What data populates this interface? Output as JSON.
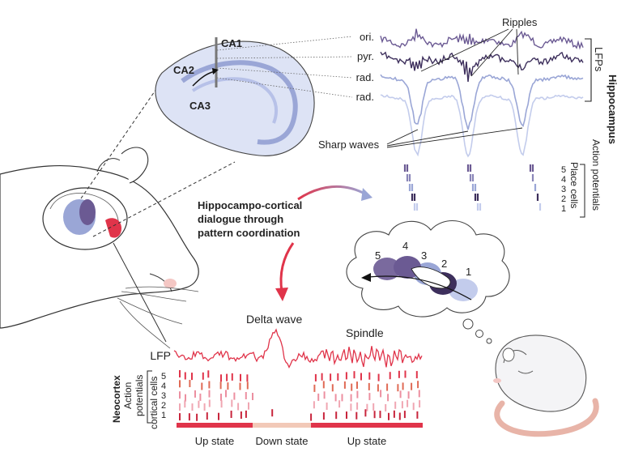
{
  "hippocampus": {
    "regions": {
      "ca1": "CA1",
      "ca2": "CA2",
      "ca3": "CA3"
    },
    "layers": [
      "ori.",
      "pyr.",
      "rad.",
      "rad."
    ],
    "ripples": "Ripples",
    "sharp_waves": "Sharp waves",
    "lfps": "LFPs",
    "section_title": "Hippocampus",
    "action_potentials": "Action potentials",
    "place_cells": "Place cells",
    "cell_numbers": [
      "5",
      "4",
      "3",
      "2",
      "1"
    ]
  },
  "dialogue": {
    "line1": "Hippocampo-cortical",
    "line2": "dialogue through",
    "line3": "pattern coordination"
  },
  "dream": {
    "cell_numbers": [
      "5",
      "4",
      "3",
      "2",
      "1"
    ]
  },
  "neocortex": {
    "section_title": "Neocortex",
    "action_potentials_1": "Action",
    "action_potentials_2": "potentials",
    "cortical_cells": "cortical cells",
    "cell_numbers": [
      "5",
      "4",
      "3",
      "2",
      "1"
    ],
    "lfp": "LFP",
    "delta_wave": "Delta wave",
    "spindle": "Spindle",
    "up_state_1": "Up state",
    "down_state": "Down state",
    "up_state_2": "Up state"
  },
  "colors": {
    "cortex_red": "#e0344a",
    "down_state": "#f2c9b8",
    "purple_dark": "#3d2f5c",
    "purple_mid": "#6b5a93",
    "purple_light": "#9aa6d6",
    "purple_pale": "#c3ccec"
  }
}
